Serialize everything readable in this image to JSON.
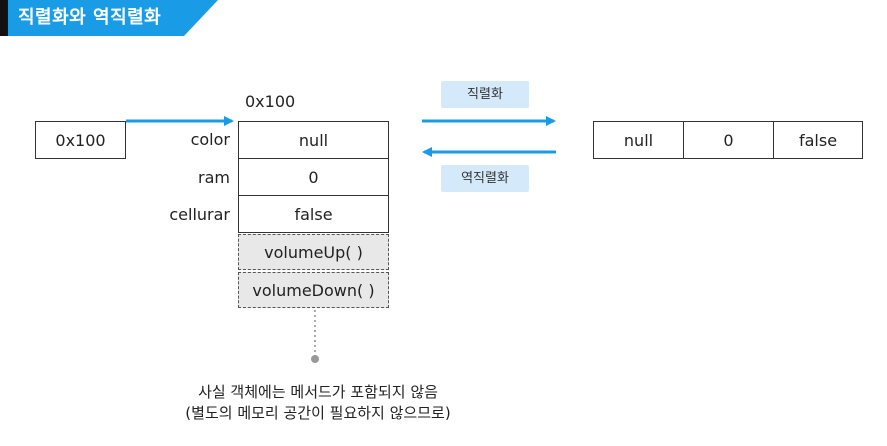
{
  "title": "직렬화와 역직렬화",
  "reference_box": "0x100",
  "object": {
    "address": "0x100",
    "fields": [
      {
        "name": "color",
        "value": "null"
      },
      {
        "name": "ram",
        "value": "0"
      },
      {
        "name": "cellurar",
        "value": "false"
      }
    ],
    "methods": [
      "volumeUp( )",
      "volumeDown( )"
    ]
  },
  "serialize_label": "직렬화",
  "deserialize_label": "역직렬화",
  "serialized_values": [
    "null",
    "0",
    "false"
  ],
  "note_line1": "사실 객체에는 메서드가 포함되지 않음",
  "note_line2": "(별도의 메모리 공간이 필요하지 않으므로)",
  "colors": {
    "accent": "#1a9be6",
    "banner_dark": "#111111",
    "tag_bg": "#d4eafa"
  }
}
